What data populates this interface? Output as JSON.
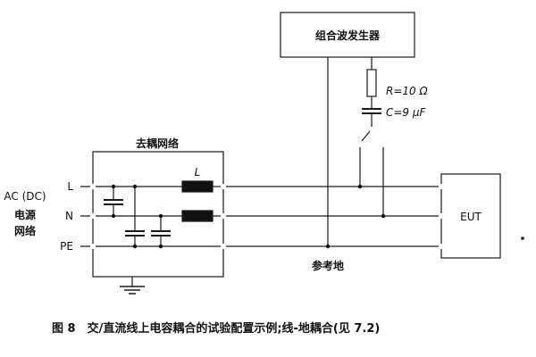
{
  "generator_label": "组合波发生器",
  "decoupling_label": "去耦网络",
  "inductor_label": "L",
  "resistor_label": "R=10 Ω",
  "capacitor_label": "C=9 μF",
  "terminals": {
    "L": "L",
    "N": "N",
    "PE": "PE"
  },
  "source_label": {
    "line1": "AC (DC)",
    "line2": "电源",
    "line3": "网络"
  },
  "eut_label": "EUT",
  "ground_label": "参考地",
  "caption": "图 8　交/直流线上电容耦合的试验配置示例;线-地耦合(见 7.2)"
}
